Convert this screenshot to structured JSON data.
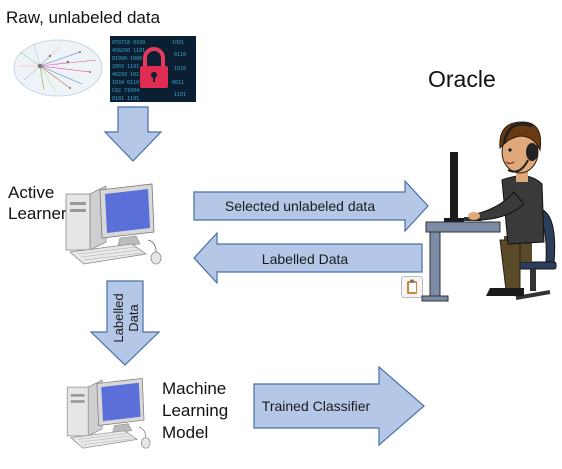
{
  "title": "Raw, unlabeled data",
  "actors": {
    "active_learner_line1": "Active",
    "active_learner_line2": "Learner",
    "oracle": "Oracle",
    "ml_model_line1": "Machine",
    "ml_model_line2": "Learning",
    "ml_model_line3": "Model"
  },
  "arrows": {
    "selected": "Selected unlabeled data",
    "labelled": "Labelled Data",
    "down_line1": "Labelled",
    "down_line2": "Data",
    "trained": "Trained Classifier"
  },
  "colors": {
    "arrow_fill": "#b4c7e7",
    "arrow_stroke": "#4a6fa5",
    "screen_blue": "#5b6fd8"
  },
  "icons": [
    "network-graph-icon",
    "security-lock-icon",
    "computer-icon",
    "person-at-desk-icon",
    "clipboard-icon"
  ]
}
